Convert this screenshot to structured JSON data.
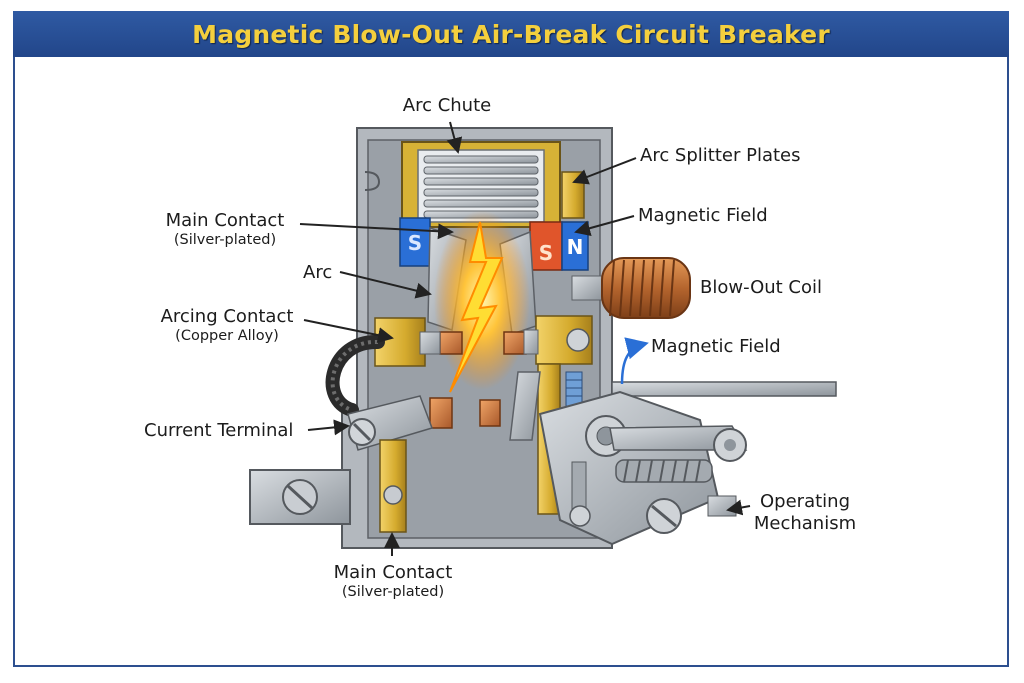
{
  "title": "Magnetic Blow-Out Air-Break Circuit Breaker",
  "labels": {
    "arc_chute": "Arc Chute",
    "arc_splitter_plates": "Arc Splitter Plates",
    "main_contact_top": "Main Contact",
    "main_contact_top_sub": "(Silver-plated)",
    "magnetic_field_top": "Magnetic Field",
    "arc": "Arc",
    "blow_out_coil": "Blow-Out Coil",
    "arcing_contact": "Arcing Contact",
    "arcing_contact_sub": "(Copper Alloy)",
    "magnetic_field_right": "Magnetic Field",
    "current_terminal": "Current Terminal",
    "operating_mechanism_line1": "Operating",
    "operating_mechanism_line2": "Mechanism",
    "main_contact_bottom": "Main Contact",
    "main_contact_bottom_sub": "(Silver-plated)",
    "pole_s": "S",
    "pole_n": "N",
    "pole_left": "S"
  },
  "colors": {
    "title_bar": "#2a4f95",
    "title_text": "#f4cf3d",
    "frame": "#2d4f8f",
    "housing": "#a9aeb4",
    "brass": "#d9b43a",
    "copper": "#c77a3a",
    "magnet_blue": "#2a6fd6",
    "magnet_red": "#e0552b",
    "arc": "#ffb400",
    "leader": "#222222",
    "field_arrow": "#2a6fd6"
  }
}
